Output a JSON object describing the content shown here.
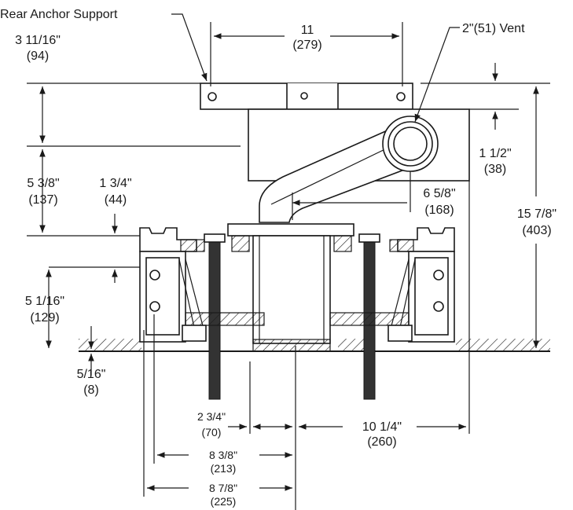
{
  "callouts": {
    "rear_anchor": "Rear Anchor Support",
    "vent": "2\"(51) Vent"
  },
  "dims": {
    "top_width": {
      "imp": "11",
      "met": "(279)"
    },
    "left_top": {
      "imp": "3 11/16\"",
      "met": "(94)"
    },
    "left_mid": {
      "imp": "5 3/8\"",
      "met": "(137)"
    },
    "left_mid2": {
      "imp": "1 3/4\"",
      "met": "(44)"
    },
    "left_low": {
      "imp": "5 1/16\"",
      "met": "(129)"
    },
    "left_floor": {
      "imp": "5/16\"",
      "met": "(8)"
    },
    "vent_drop": {
      "imp": "1 1/2\"",
      "met": "(38)"
    },
    "vent_offset": {
      "imp": "6 5/8\"",
      "met": "(168)"
    },
    "total_height": {
      "imp": "15 7/8\"",
      "met": "(403)"
    },
    "bottom_a": {
      "imp": "2 3/4\"",
      "met": "(70)"
    },
    "bottom_b": {
      "imp": "10 1/4\"",
      "met": "(260)"
    },
    "bottom_c": {
      "imp": "8 3/8\"",
      "met": "(213)"
    },
    "bottom_d": {
      "imp": "8 7/8\"",
      "met": "(225)"
    }
  }
}
